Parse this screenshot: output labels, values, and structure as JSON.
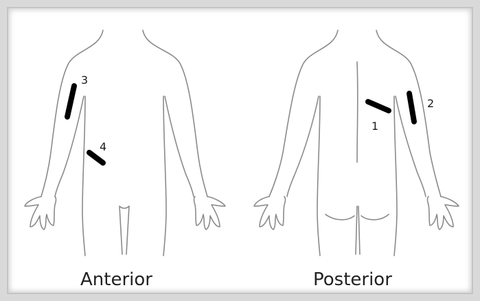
{
  "views": [
    {
      "label": "Anterior"
    },
    {
      "label": "Posterior"
    }
  ],
  "sites": [
    {
      "number": "1"
    },
    {
      "number": "2"
    },
    {
      "number": "3"
    },
    {
      "number": "4"
    }
  ],
  "colors": {
    "marker": "#000000",
    "outline": "#8a8a8a",
    "frame": "#d9d9d9"
  }
}
